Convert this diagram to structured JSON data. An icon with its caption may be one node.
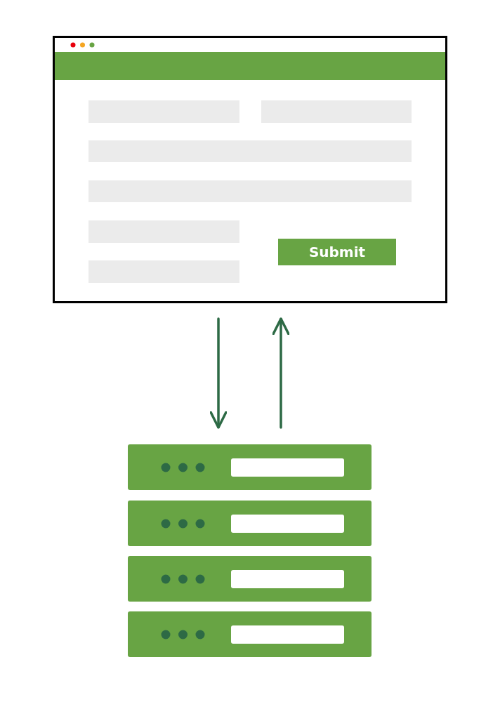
{
  "diagram": {
    "nodes": [
      {
        "text": [],
        "shape": "box"
      },
      {
        "text": [
          "Submit"
        ],
        "in": 0
      },
      {
        "text": [],
        "shape": "picture"
      }
    ],
    "edges": [
      {
        "from": 0,
        "to": 2,
        "arrow": "to"
      },
      {
        "from": 2,
        "to": 0,
        "arrow": "to"
      }
    ]
  }
}
